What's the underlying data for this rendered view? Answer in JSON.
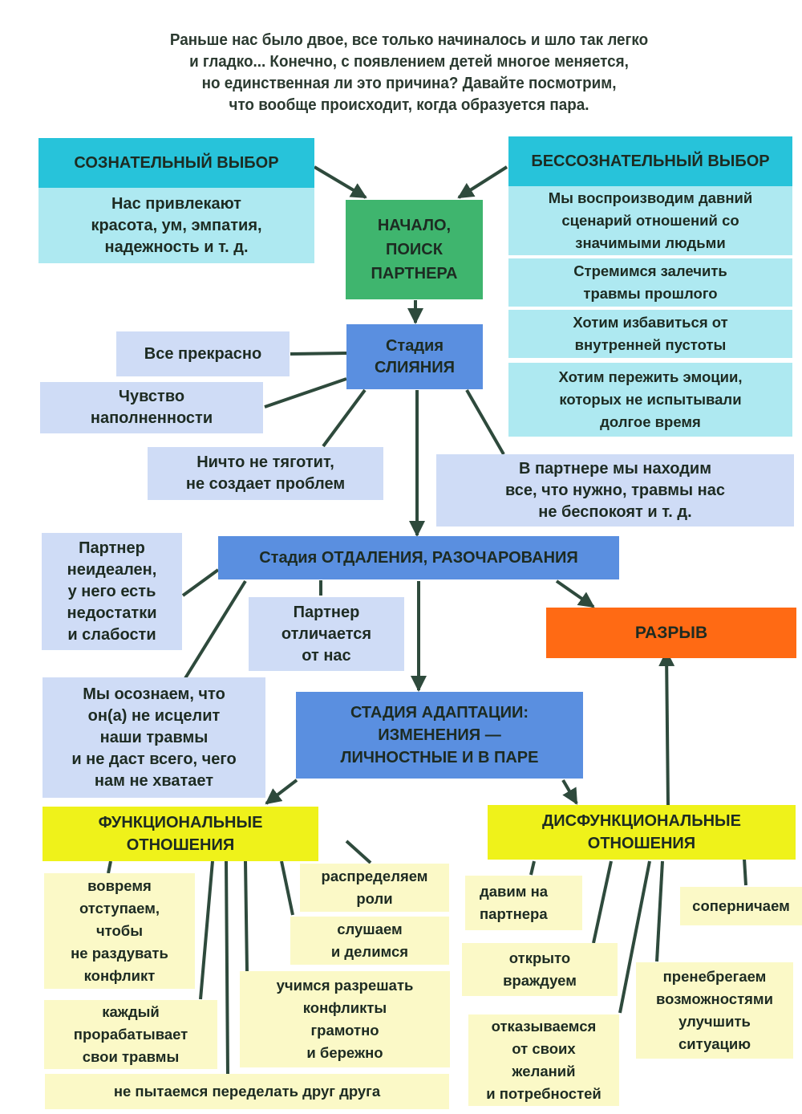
{
  "intro": {
    "lines": [
      "Раньше нас было двое, все только начиналось и шло так легко",
      "и гладко... Конечно, с появлением детей многое меняется,",
      "но единственная ли это причина? Давайте посмотрим,",
      "что вообще происходит, когда образуется пара."
    ]
  },
  "colors": {
    "choice_header": "#27c3da",
    "choice_body": "#aee9f1",
    "start": "#3fb56e",
    "stage": "#5a8fe0",
    "stage_note": "#cfdcf6",
    "breakup": "#ff6a14",
    "relations_header": "#eff21a",
    "relations_item": "#fbf9c7",
    "connector": "#2e4a3c"
  },
  "conscious_choice": {
    "title": "СОЗНАТЕЛЬНЫЙ ВЫБОР",
    "body": "Нас привлекают\nкрасота, ум, эмпатия,\nнадежность и т. д."
  },
  "unconscious_choice": {
    "title": "БЕССОЗНАТЕЛЬНЫЙ ВЫБОР",
    "items": [
      "Мы воспроизводим давний\nсценарий отношений со\nзначимыми людьми",
      "Стремимся залечить\nтравмы прошлого",
      "Хотим избавиться от\nвнутренней пустоты",
      "Хотим пережить эмоции,\nкоторых не испытывали\nдолгое время"
    ]
  },
  "start": {
    "label": "НАЧАЛО,\nПОИСК\nПАРТНЕРА"
  },
  "merging": {
    "label": "Стадия\nСЛИЯНИЯ",
    "notes": [
      "Все прекрасно",
      "Чувство\nнаполненности",
      "Ничто не тяготит,\nне создает проблем",
      "В партнере мы находим\nвсе, что нужно, травмы нас\nне беспокоят и т. д."
    ]
  },
  "distancing": {
    "label": "Стадия ОТДАЛЕНИЯ, РАЗОЧАРОВАНИЯ",
    "notes": [
      "Партнер\nнеидеален,\nу него есть\nнедостатки\nи слабости",
      "Партнер\nотличается\nот нас",
      "Мы осознаем, что\nон(а) не исцелит\nнаши травмы\nи не даст всего, чего\nнам не хватает"
    ]
  },
  "breakup": {
    "label": "РАЗРЫВ"
  },
  "adaptation": {
    "label": "СТАДИЯ АДАПТАЦИИ:\nИЗМЕНЕНИЯ —\nЛИЧНОСТНЫЕ И В ПАРЕ"
  },
  "functional": {
    "title": "ФУНКЦИОНАЛЬНЫЕ\nОТНОШЕНИЯ",
    "items": [
      "вовремя\nотступаем,\nчтобы\nне раздувать\nконфликт",
      "распределяем\nроли",
      "слушаем\nи делимся",
      "учимся разрешать\nконфликты\nграмотно\nи бережно",
      "каждый\nпрорабатывает\nсвои травмы",
      "не пытаемся переделать друг друга"
    ]
  },
  "dysfunctional": {
    "title": "ДИСФУНКЦИОНАЛЬНЫЕ\nОТНОШЕНИЯ",
    "items": [
      "давим на\nпартнера",
      "соперничаем",
      "открыто\nвраждуем",
      "пренебрегаем\nвозможностями\nулучшить\nситуацию",
      "отказываемся\nот своих\nжеланий\nи потребностей"
    ]
  }
}
